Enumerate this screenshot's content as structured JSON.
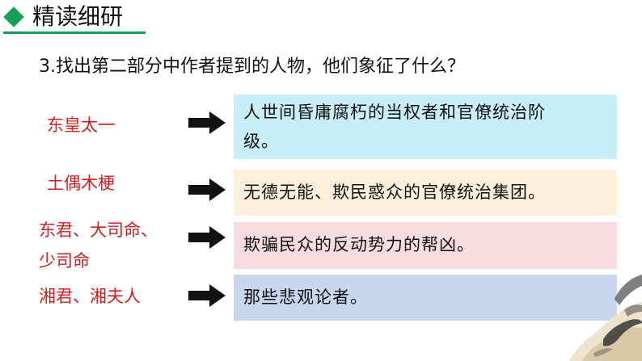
{
  "header": {
    "title": "精读细研",
    "accent_color": "#16a05a"
  },
  "question": "3.找出第二部分中作者提到的人物，他们象征了什么？",
  "rows": [
    {
      "term_lines": [
        "东皇太一"
      ],
      "meaning_lines": [
        "人世间昏庸腐朽的当权者和官僚统治阶",
        "级。"
      ],
      "box_color": "#c8eef8"
    },
    {
      "term_lines": [
        "土偶木梗"
      ],
      "meaning_lines": [
        "无德无能、欺民惑众的官僚统治集团。"
      ],
      "box_color": "#fdf1de"
    },
    {
      "term_lines": [
        "东君、大司命、",
        "少司命"
      ],
      "meaning_lines": [
        "欺骗民众的反动势力的帮凶。"
      ],
      "box_color": "#f8dde0"
    },
    {
      "term_lines": [
        "湘君、湘夫人"
      ],
      "meaning_lines": [
        "那些悲观论者。"
      ],
      "box_color": "#c9d7ee"
    }
  ],
  "colors": {
    "term_text": "#d21e1e",
    "arrow": "#111111"
  },
  "icons": {
    "arrow": "right-arrow-icon",
    "decoration": "ink-painting-decoration"
  }
}
